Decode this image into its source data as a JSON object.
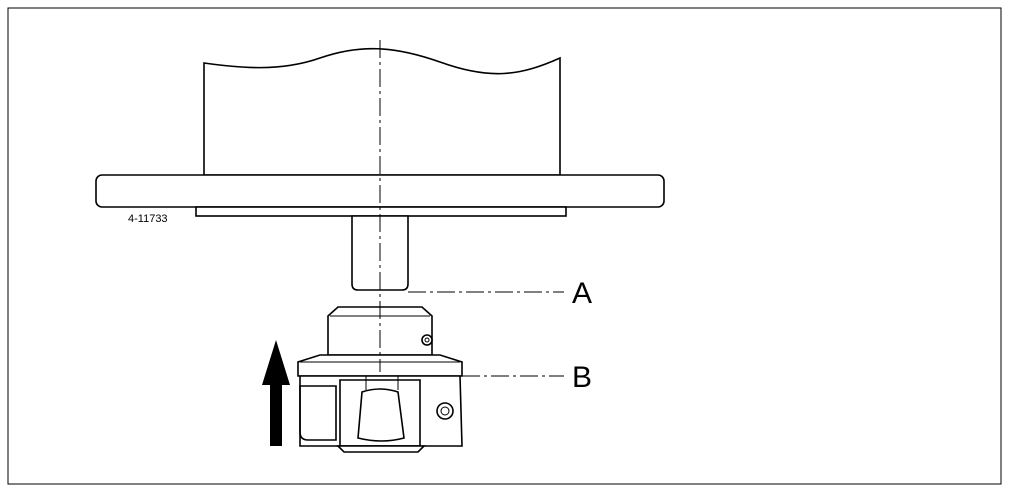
{
  "figure": {
    "reference_number": "4-11733",
    "labels": {
      "a": "A",
      "b": "B"
    },
    "arrow_direction": "up"
  }
}
